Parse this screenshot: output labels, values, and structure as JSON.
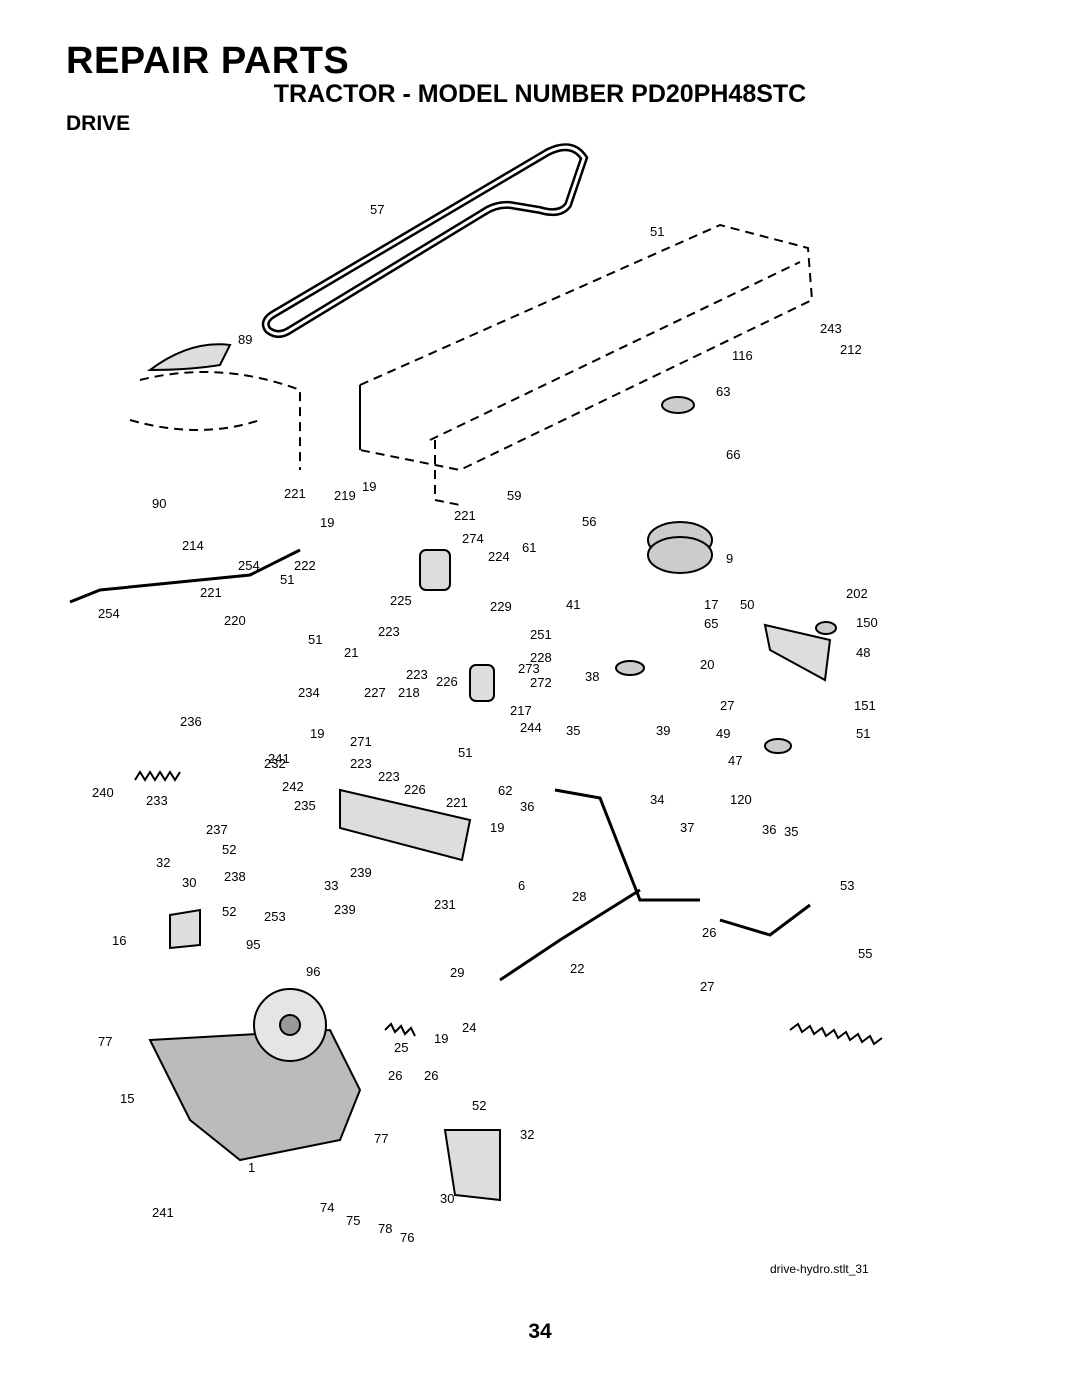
{
  "header": {
    "title": "REPAIR PARTS",
    "subtitle": "TRACTOR - MODEL NUMBER PD20PH48STC",
    "section": "DRIVE"
  },
  "callouts": [
    "57",
    "51",
    "243",
    "212",
    "116",
    "89",
    "63",
    "66",
    "90",
    "221",
    "219",
    "19",
    "221",
    "59",
    "19",
    "56",
    "214",
    "274",
    "224",
    "61",
    "9",
    "254",
    "222",
    "51",
    "221",
    "254",
    "220",
    "225",
    "229",
    "41",
    "17",
    "50",
    "202",
    "223",
    "51",
    "251",
    "65",
    "150",
    "21",
    "228",
    "223",
    "273",
    "20",
    "48",
    "226",
    "272",
    "38",
    "234",
    "227",
    "218",
    "217",
    "27",
    "151",
    "236",
    "19",
    "271",
    "244",
    "35",
    "39",
    "49",
    "51",
    "241",
    "232",
    "223",
    "51",
    "47",
    "240",
    "242",
    "223",
    "226",
    "62",
    "233",
    "235",
    "221",
    "36",
    "34",
    "120",
    "237",
    "19",
    "37",
    "36",
    "35",
    "52",
    "32",
    "30",
    "239",
    "238",
    "33",
    "6",
    "53",
    "52",
    "231",
    "28",
    "253",
    "239",
    "16",
    "95",
    "26",
    "55",
    "96",
    "29",
    "22",
    "27",
    "77",
    "19",
    "24",
    "25",
    "15",
    "26",
    "26",
    "52",
    "77",
    "32",
    "1",
    "241",
    "74",
    "30",
    "75",
    "78",
    "76"
  ],
  "figure_id": "drive-hydro.stlt_31",
  "page_number": "34"
}
